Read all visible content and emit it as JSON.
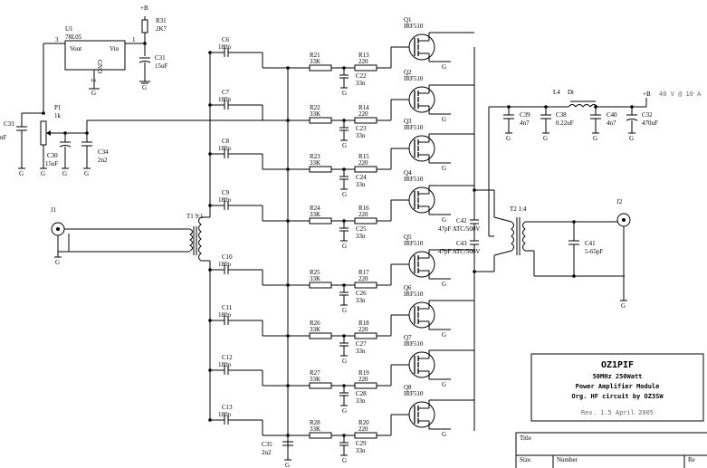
{
  "supply": {
    "node": "+B",
    "label": "40 V @ 10 A"
  },
  "regulator": {
    "ref": "U1",
    "part": "78L05",
    "vout": "Vout",
    "vin": "Vin",
    "gnd": "GND",
    "pin1": "1",
    "pin2": "2",
    "pin3": "3"
  },
  "r31": {
    "ref": "R31",
    "value": "2K7"
  },
  "c31": {
    "ref": "C31",
    "value": "15uF"
  },
  "p1": {
    "ref": "P1",
    "value": "1k"
  },
  "c33": {
    "ref": "C33",
    "value": "nF"
  },
  "c30": {
    "ref": "C30",
    "value": "15uF"
  },
  "c34": {
    "ref": "C34",
    "value": "2n2"
  },
  "j1": {
    "ref": "J1"
  },
  "t1": {
    "ref": "T1 9:1"
  },
  "t2": {
    "ref": "T2 1:4"
  },
  "j2": {
    "ref": "J2"
  },
  "ground": "G",
  "gate_caps": [
    {
      "ref": "C6",
      "value": "180p"
    },
    {
      "ref": "C7",
      "value": "180p"
    },
    {
      "ref": "C8",
      "value": "180p"
    },
    {
      "ref": "C9",
      "value": "180p"
    },
    {
      "ref": "C10",
      "value": "180p"
    },
    {
      "ref": "C11",
      "value": "180p"
    },
    {
      "ref": "C12",
      "value": "180p"
    },
    {
      "ref": "C13",
      "value": "180p"
    }
  ],
  "bias_resistors": [
    {
      "ref": "R21",
      "value": "33K"
    },
    {
      "ref": "R22",
      "value": "33K"
    },
    {
      "ref": "R23",
      "value": "33K"
    },
    {
      "ref": "R24",
      "value": "33K"
    },
    {
      "ref": "R25",
      "value": "33K"
    },
    {
      "ref": "R26",
      "value": "33K"
    },
    {
      "ref": "R27",
      "value": "33K"
    },
    {
      "ref": "R28",
      "value": "33K"
    }
  ],
  "gate_resistors": [
    {
      "ref": "R13",
      "value": "220"
    },
    {
      "ref": "R14",
      "value": "220"
    },
    {
      "ref": "R15",
      "value": "220"
    },
    {
      "ref": "R16",
      "value": "220"
    },
    {
      "ref": "R17",
      "value": "220"
    },
    {
      "ref": "R18",
      "value": "220"
    },
    {
      "ref": "R19",
      "value": "220"
    },
    {
      "ref": "R20",
      "value": "220"
    }
  ],
  "decoupling_caps": [
    {
      "ref": "C22",
      "value": "33n"
    },
    {
      "ref": "C23",
      "value": "33n"
    },
    {
      "ref": "C24",
      "value": "33n"
    },
    {
      "ref": "C25",
      "value": "33n"
    },
    {
      "ref": "C26",
      "value": "33n"
    },
    {
      "ref": "C27",
      "value": "33n"
    },
    {
      "ref": "C28",
      "value": "33n"
    },
    {
      "ref": "C29",
      "value": "33n"
    }
  ],
  "mosfets": [
    {
      "ref": "Q1",
      "part": "IRF510"
    },
    {
      "ref": "Q2",
      "part": "IRF510"
    },
    {
      "ref": "Q3",
      "part": "IRF510"
    },
    {
      "ref": "Q4",
      "part": "IRF510"
    },
    {
      "ref": "Q5",
      "part": "IRF510"
    },
    {
      "ref": "Q6",
      "part": "IRF510"
    },
    {
      "ref": "Q7",
      "part": "IRF510"
    },
    {
      "ref": "Q8",
      "part": "IRF510"
    }
  ],
  "c35": {
    "ref": "C35",
    "value": "2n2"
  },
  "c42": {
    "ref": "C42",
    "value": "47pF ATC/500V"
  },
  "c43": {
    "ref": "C43",
    "value": "47pF ATC/500V"
  },
  "c39": {
    "ref": "C39",
    "value": "4n7"
  },
  "c38": {
    "ref": "C38",
    "value": "0.22uF"
  },
  "c40": {
    "ref": "C40",
    "value": "4n7"
  },
  "c32": {
    "ref": "C32",
    "value": "470uF"
  },
  "l4": {
    "ref": "L4",
    "value": "Dr"
  },
  "c41": {
    "ref": "C41",
    "value": "5-65pF"
  },
  "info": {
    "callsign": "OZ1PIF",
    "line1": "50MHz 250Watt",
    "line2": "Power Amplifier Module",
    "line3": "Org. HF circuit by OZ3SW",
    "rev": "Rev. 1.5 April 2005"
  },
  "titleblock": {
    "title": "Title",
    "size": "Size",
    "number": "Number",
    "re": "Re"
  }
}
